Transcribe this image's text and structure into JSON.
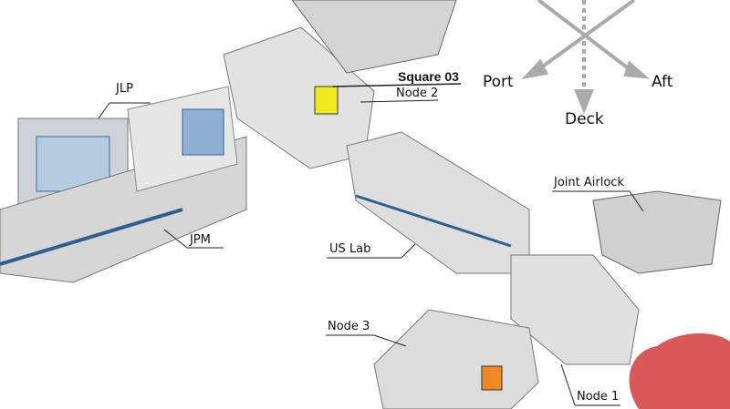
{
  "labels": {
    "jlp": "JLP",
    "jpm": "JPM",
    "node2": "Node 2",
    "square": "Square 03",
    "us_lab": "US Lab",
    "joint_airlock": "Joint Airlock",
    "node3": "Node 3",
    "node1": "Node 1"
  },
  "compass": {
    "port": "Port",
    "aft": "Aft",
    "deck": "Deck"
  },
  "colors": {
    "highlight_square": "#f0ea1e",
    "orange_panel": "#f08a1e",
    "red_blob": "#d9585a",
    "arrow": "#aaaaaa",
    "module": "#d8d8d8",
    "blue_trim": "#2f5f8f"
  }
}
